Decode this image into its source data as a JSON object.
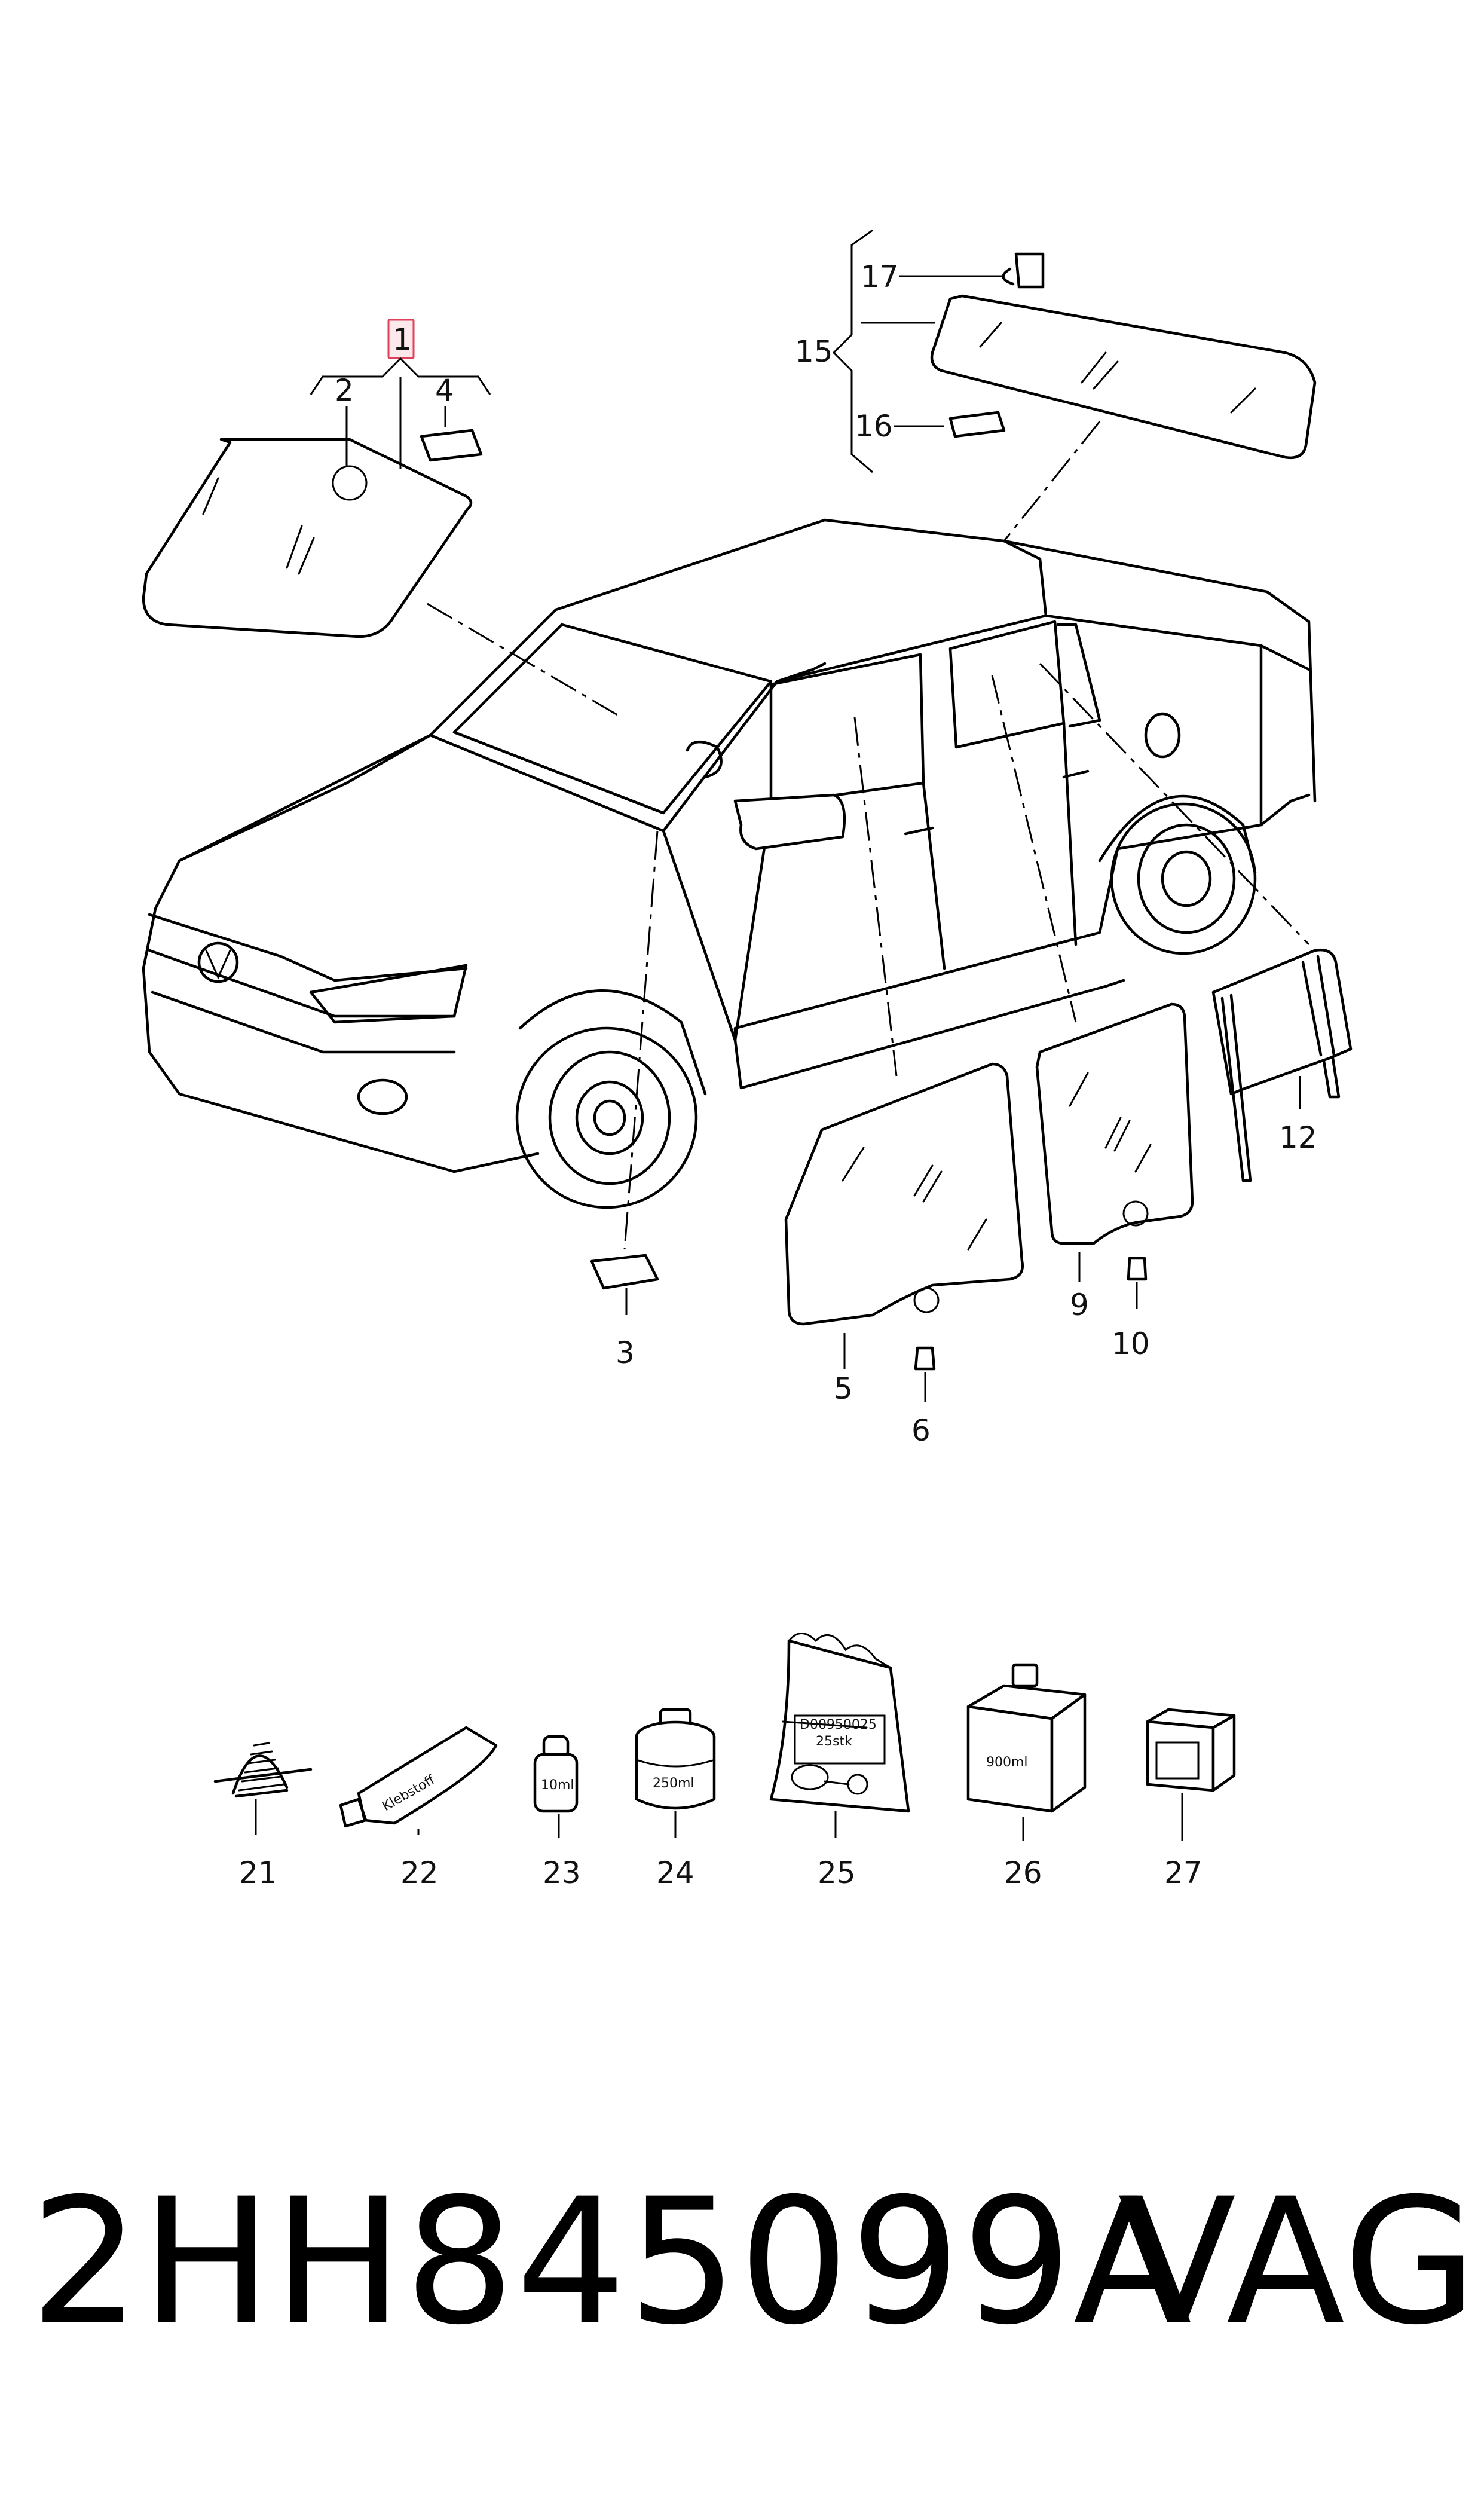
{
  "callouts": {
    "c1": "1",
    "c2": "2",
    "c3": "3",
    "c4": "4",
    "c5": "5",
    "c6": "6",
    "c9": "9",
    "c10": "10",
    "c12": "12",
    "c15": "15",
    "c16": "16",
    "c17": "17",
    "c21": "21",
    "c22": "22",
    "c23": "23",
    "c24": "24",
    "c25": "25",
    "c26": "26",
    "c27": "27"
  },
  "consumables": {
    "tube_label": "Klebstoff",
    "bottle_small": "10ml",
    "tin": "250ml",
    "bag_line1": "D00950025",
    "bag_line2": "25stk",
    "can": "900ml"
  },
  "footer": {
    "part_number": "2HH845099A",
    "brand": "VAG"
  },
  "colors": {
    "highlight_box": "#e0405a",
    "line": "#000000"
  }
}
